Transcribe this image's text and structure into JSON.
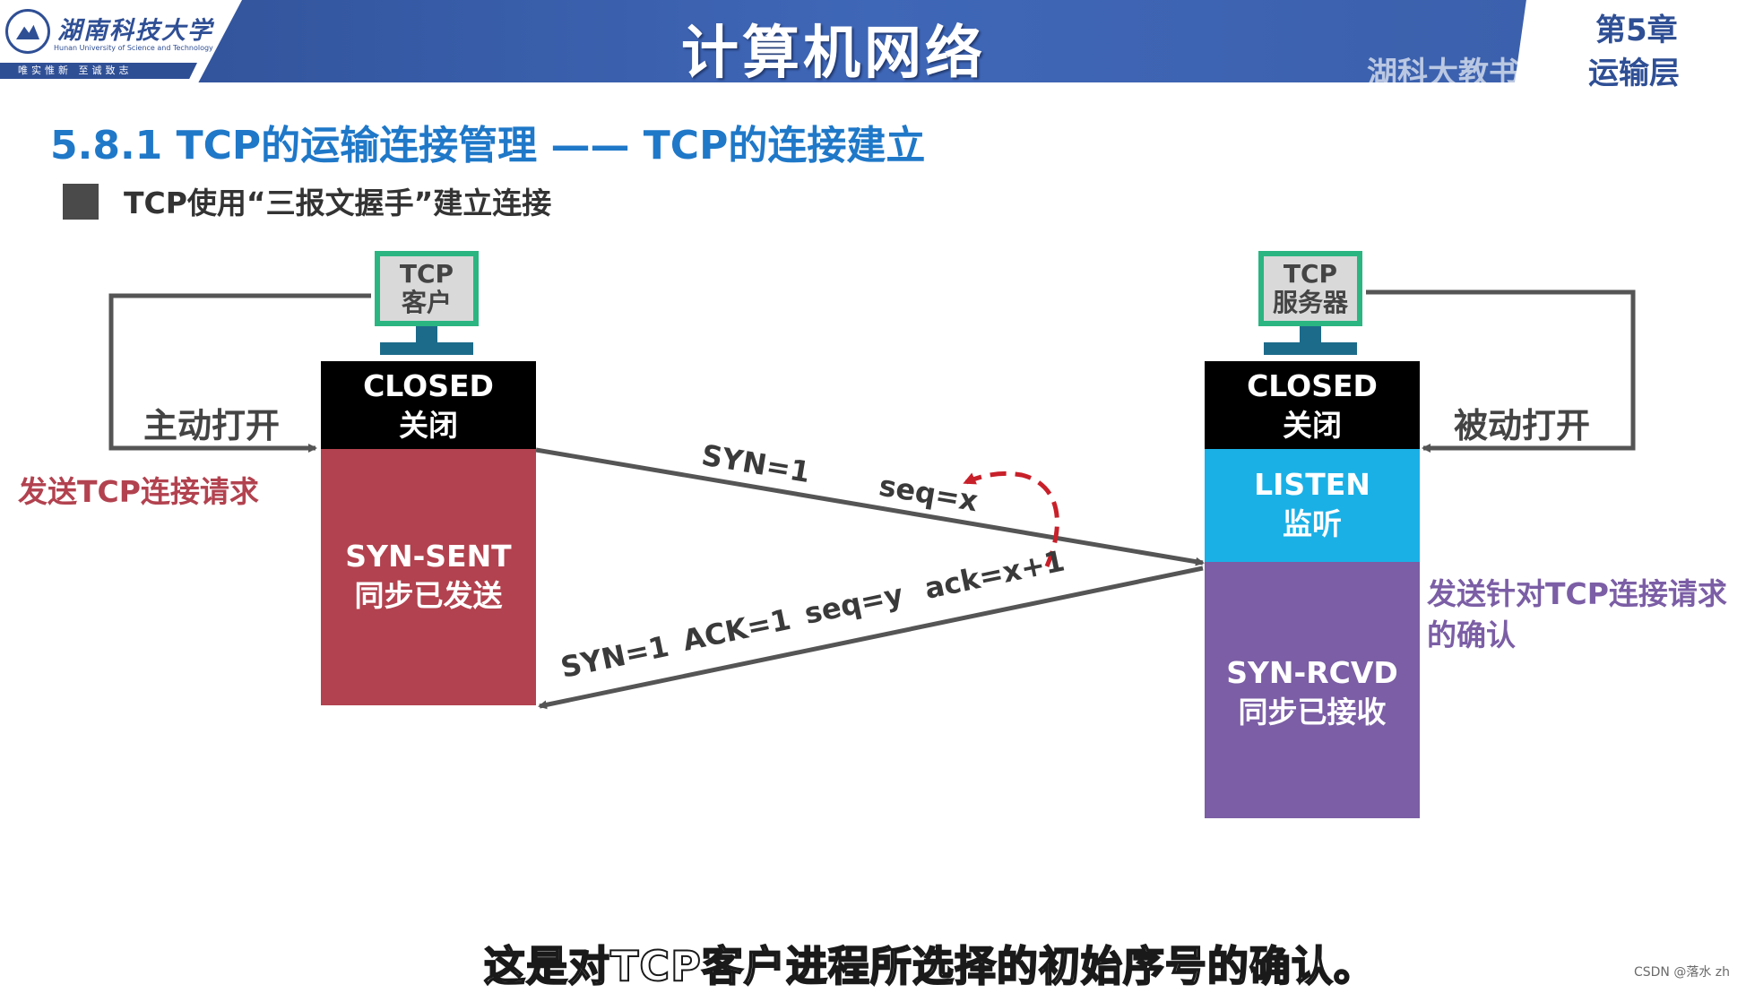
{
  "header": {
    "logo_name": "湖南科技大学",
    "logo_en": "Hunan University of Science and Technology",
    "logo_motto": "唯实惟新  至诚致志",
    "course_title": "计算机网络",
    "chapter_num": "第5章",
    "chapter_name": "运输层",
    "watermark": "湖科大教书匠"
  },
  "section_title": "5.8.1 TCP的运输连接管理 —— TCP的连接建立",
  "bullet_text": "TCP使用“三报文握手”建立连接",
  "client": {
    "host_line1": "TCP",
    "host_line2": "客户",
    "closed_en": "CLOSED",
    "closed_cn": "关闭",
    "state_en": "SYN-SENT",
    "state_cn": "同步已发送",
    "open_label": "主动打开",
    "send_label": "发送TCP连接请求"
  },
  "server": {
    "host_line1": "TCP",
    "host_line2": "服务器",
    "closed_en": "CLOSED",
    "closed_cn": "关闭",
    "listen_en": "LISTEN",
    "listen_cn": "监听",
    "state_en": "SYN-RCVD",
    "state_cn": "同步已接收",
    "open_label": "被动打开",
    "send_label_1": "发送针对TCP连接请求",
    "send_label_2": "的确认"
  },
  "messages": {
    "m1_syn": "SYN=1",
    "m1_seq": "seq=x",
    "m2_syn": "SYN=1",
    "m2_ack": "ACK=1",
    "m2_seq": "seq=y",
    "m2_acknum": "ack=x+1"
  },
  "subtitle": "这是对TCP客户进程所选择的初始序号的确认。",
  "csdn": "CSDN @落水 zh",
  "colors": {
    "header_blue": "#3f67b7",
    "title_blue": "#1f78c8",
    "syn_sent": "#b2424f",
    "listen": "#1ab0e6",
    "syn_rcvd": "#7b5ea5",
    "host_border": "#2bb581",
    "client_label": "#b2424f",
    "server_label": "#7b5ea5",
    "dashed_arrow": "#c8202a"
  }
}
